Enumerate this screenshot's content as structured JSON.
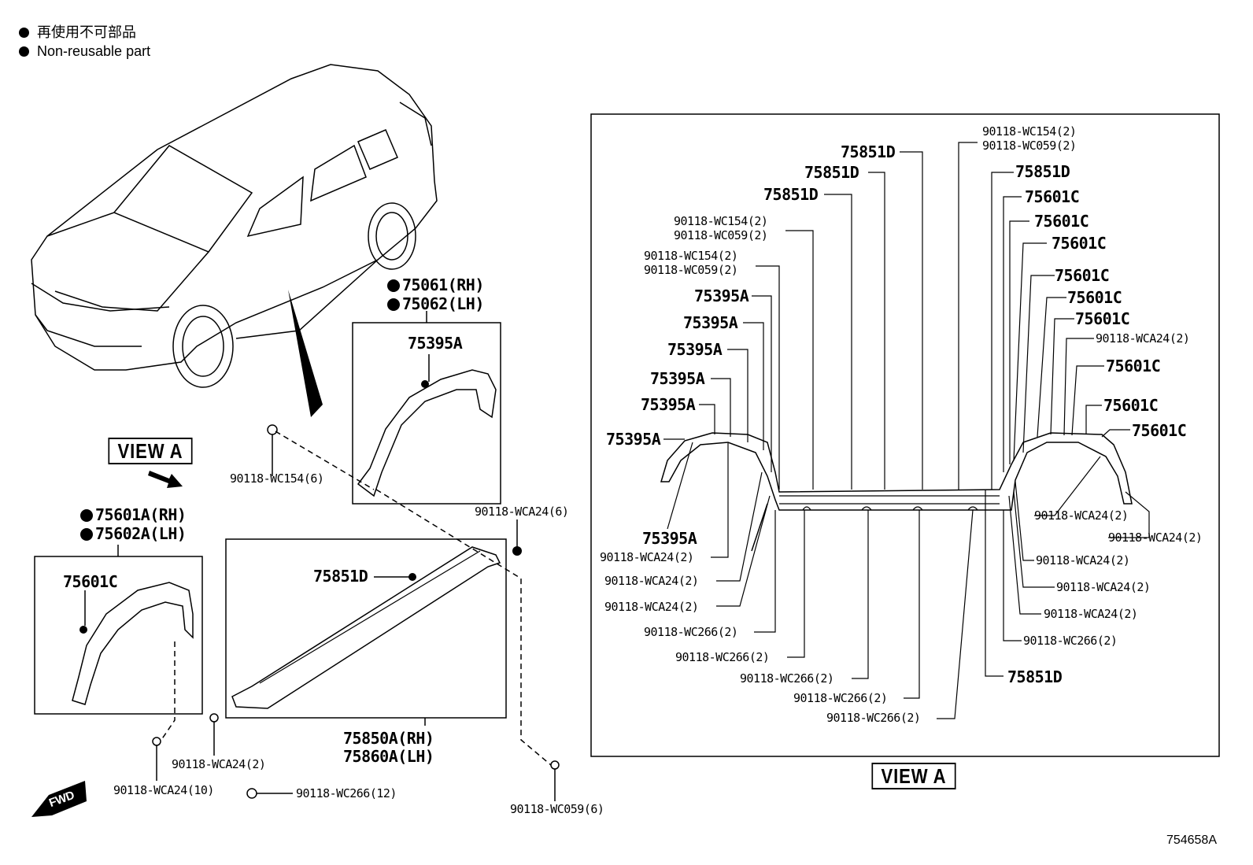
{
  "legend": {
    "line1": "再使用不可部品",
    "line2": "Non-reusable part"
  },
  "diagram_code": "754658A",
  "view_a_label": "VIEW A",
  "view_a_label_bottom": "VIEW A",
  "fwd_label": "FWD",
  "left": {
    "p75061": "75061(RH)",
    "p75062": "75062(LH)",
    "p75395A": "75395A",
    "p75601A": "75601A(RH)",
    "p75602A": "75602A(LH)",
    "p75601C": "75601C",
    "p75851D": "75851D",
    "p75850A": "75850A(RH)",
    "p75860A": "75860A(LH)",
    "c_wc154": "90118-WC154(6)",
    "c_wca24_6": "90118-WCA24(6)",
    "c_wca24_2": "90118-WCA24(2)",
    "c_wca24_10": "90118-WCA24(10)",
    "c_wc266": "90118-WC266(12)",
    "c_wc059": "90118-WC059(6)"
  },
  "view_a": {
    "top_a1": "90118-WC154(2)",
    "top_a2": "90118-WC059(2)",
    "d1": "75851D",
    "d2": "75851D",
    "d3": "75851D",
    "d4": "75851D",
    "wc154_b": "90118-WC154(2)",
    "wc059_b": "90118-WC059(2)",
    "wc154_c": "90118-WC154(2)",
    "wc059_c": "90118-WC059(2)",
    "a1": "75395A",
    "a2": "75395A",
    "a3": "75395A",
    "a4": "75395A",
    "a5": "75395A",
    "a6": "75395A",
    "a7": "75395A",
    "c1": "75601C",
    "c2": "75601C",
    "c3": "75601C",
    "c4": "75601C",
    "c5": "75601C",
    "c6": "75601C",
    "c7": "75601C",
    "c8": "75601C",
    "c9": "75601C",
    "wca24_r1": "90118-WCA24(2)",
    "wca24_r2": "90118-WCA24(2)",
    "wca24_r3": "90118-WCA24(2)",
    "wca24_r4": "90118-WCA24(2)",
    "wca24_r5": "90118-WCA24(2)",
    "wca24_r6": "90118-WCA24(2)",
    "wca24_l1": "90118-WCA24(2)",
    "wca24_l2": "90118-WCA24(2)",
    "wca24_l3": "90118-WCA24(2)",
    "wc266_1": "90118-WC266(2)",
    "wc266_2": "90118-WC266(2)",
    "wc266_3": "90118-WC266(2)",
    "wc266_4": "90118-WC266(2)",
    "wc266_5": "90118-WC266(2)",
    "wc266_r": "90118-WC266(2)",
    "d_bottom": "75851D"
  }
}
